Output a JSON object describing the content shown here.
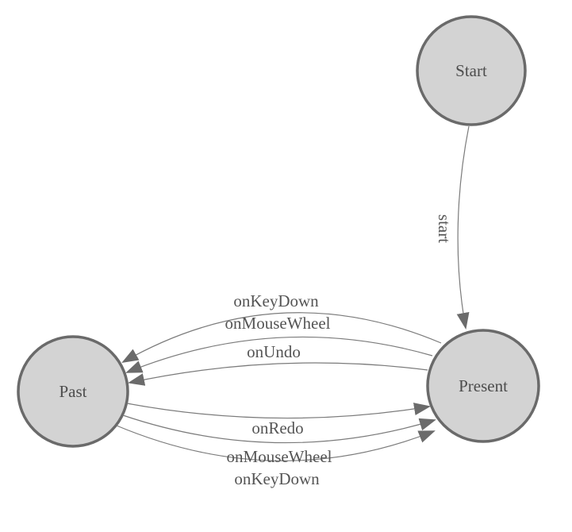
{
  "diagram_type": "finite-state-machine",
  "nodes": [
    {
      "id": "start",
      "label": "Start"
    },
    {
      "id": "past",
      "label": "Past"
    },
    {
      "id": "present",
      "label": "Present"
    }
  ],
  "edges": [
    {
      "id": "start-to-present",
      "from": "start",
      "to": "present",
      "label": "start",
      "label_rotation_deg": 90
    },
    {
      "id": "present-to-past-onkeydown",
      "from": "present",
      "to": "past",
      "label": "onKeyDown"
    },
    {
      "id": "present-to-past-onmousewheel",
      "from": "present",
      "to": "past",
      "label": "onMouseWheel"
    },
    {
      "id": "present-to-past-onundo",
      "from": "present",
      "to": "past",
      "label": "onUndo"
    },
    {
      "id": "past-to-present-onredo",
      "from": "past",
      "to": "present",
      "label": "onRedo"
    },
    {
      "id": "past-to-present-onmousewheel",
      "from": "past",
      "to": "present",
      "label": "onMouseWheel"
    },
    {
      "id": "past-to-present-onkeydown",
      "from": "past",
      "to": "present",
      "label": "onKeyDown"
    }
  ],
  "colors": {
    "background": "#ffffff",
    "node_fill": "#d3d3d3",
    "node_stroke": "#6a6a6a",
    "node_label": "#4d4d4d",
    "edge_line": "#7b7b7b",
    "edge_label": "#555555",
    "arrowhead": "#6b6b6b"
  }
}
